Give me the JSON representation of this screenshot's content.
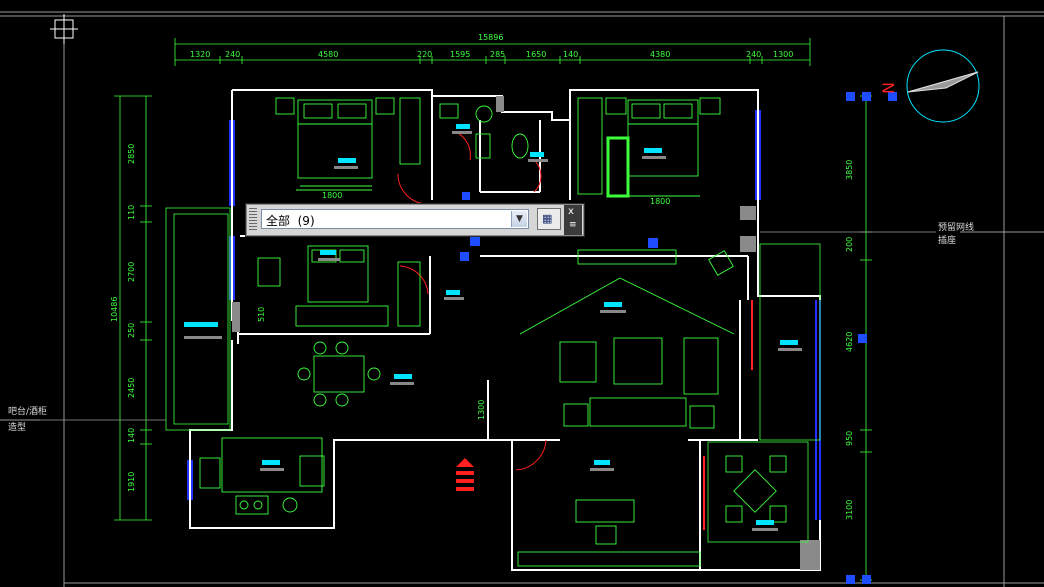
{
  "drawing": {
    "dims_top": {
      "overall": "15896",
      "segments": [
        "1320",
        "240",
        "4580",
        "220",
        "1595",
        "285",
        "1650",
        "140",
        "4380",
        "240",
        "1300"
      ]
    },
    "dims_left": {
      "overall": "10486",
      "segments": [
        "2850",
        "110",
        "2700",
        "250",
        "2450",
        "140",
        "1910"
      ]
    },
    "dims_right": {
      "segments": [
        "3850",
        "200",
        "4620",
        "950",
        "3100"
      ]
    },
    "dims_interior": {
      "bed_width_1": "1800",
      "bed_width_2": "1800",
      "wall_510": "510",
      "opening_1300": "1300"
    },
    "compass_label": "N",
    "notes": {
      "left_note_line1": "吧台/酒柜",
      "left_note_line2": "造型",
      "right_note_line1": "预留网线",
      "right_note_line2": "插座"
    },
    "colors": {
      "background": "#000000",
      "walls": "#ffffff",
      "furniture": "#3cff3c",
      "window": "#2233ff",
      "grip": "#1e4dff",
      "door": "#ff2020",
      "room_label": "#00e5ff",
      "compass": "#00e5ff"
    }
  },
  "selection_toolbar": {
    "dropdown_value": "全部  (9)",
    "dropdown_arrow_icon": "chevron-down-icon",
    "quick_select_icon": "quick-select-icon",
    "close_icon": "close-icon",
    "menu_icon": "menu-icon",
    "close_glyph": "x",
    "menu_glyph": "≡"
  }
}
